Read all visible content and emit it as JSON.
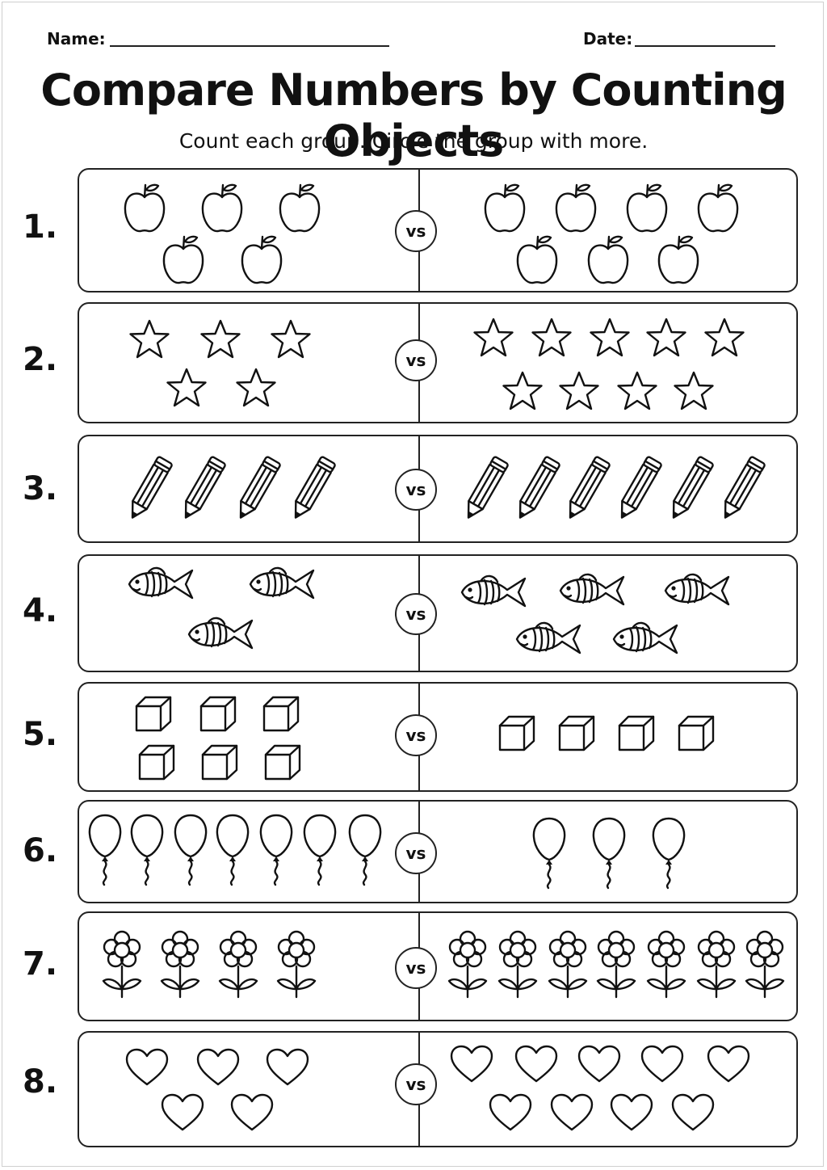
{
  "header": {
    "name_label": "Name:",
    "date_label": "Date:"
  },
  "title": "Compare Numbers by Counting Objects",
  "instructions": "Count each group. Circle the group with more.",
  "vs_label": "vs",
  "problems": [
    {
      "number": "1.",
      "object_icon": "apple-icon",
      "left_count": 5,
      "right_count": 7
    },
    {
      "number": "2.",
      "object_icon": "star-icon",
      "left_count": 5,
      "right_count": 9
    },
    {
      "number": "3.",
      "object_icon": "pencil-icon",
      "left_count": 4,
      "right_count": 6
    },
    {
      "number": "4.",
      "object_icon": "fish-icon",
      "left_count": 3,
      "right_count": 5
    },
    {
      "number": "5.",
      "object_icon": "cube-icon",
      "left_count": 6,
      "right_count": 4
    },
    {
      "number": "6.",
      "object_icon": "balloon-icon",
      "left_count": 7,
      "right_count": 3
    },
    {
      "number": "7.",
      "object_icon": "flower-icon",
      "left_count": 4,
      "right_count": 7
    },
    {
      "number": "8.",
      "object_icon": "heart-icon",
      "left_count": 5,
      "right_count": 9
    }
  ],
  "colors": {
    "ink": "#111111",
    "paper": "#ffffff"
  }
}
